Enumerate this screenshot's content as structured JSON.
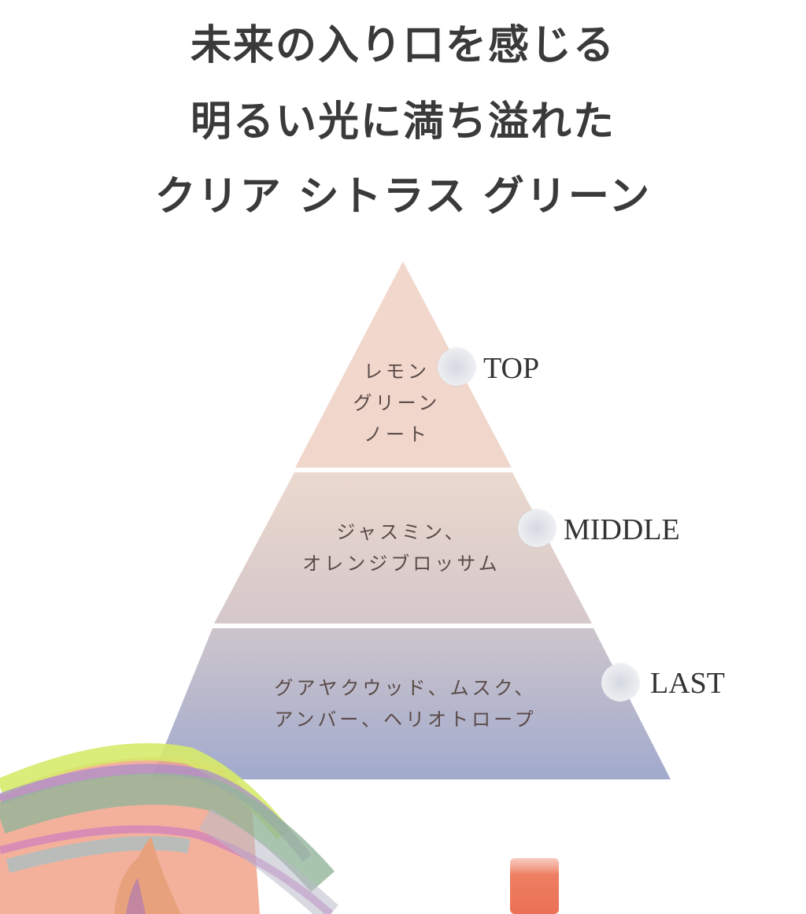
{
  "headline": {
    "line1": "未来の入り口を感じる",
    "line2": "明るい光に満ち溢れた",
    "line3": "クリア シトラス グリーン"
  },
  "pyramid": {
    "tiers": [
      {
        "label": "TOP",
        "notes_lines": [
          "レモン",
          "グリーン",
          "ノート"
        ],
        "color_top": "#f1d6ca",
        "color_bottom": "#f0d6cb"
      },
      {
        "label": "MIDDLE",
        "notes_lines": [
          "ジャスミン、",
          "オレンジブロッサム"
        ],
        "color_top": "#ead8ce",
        "color_bottom": "#d6c8ca"
      },
      {
        "label": "LAST",
        "notes_lines": [
          "グアヤクウッド、ムスク、",
          "アンバー、ヘリオトロープ"
        ],
        "color_top": "#cfc6cc",
        "color_bottom": "#a3abcd"
      }
    ],
    "marker_icon": "pearl-circle-icon"
  },
  "decoration": {
    "description": "pastel rainbow brush-stroke artwork with product bottle",
    "colors": [
      "#d6ea6a",
      "#93b59a",
      "#a58ad0",
      "#c774c7",
      "#f1a38b",
      "#ec7a5c"
    ]
  }
}
